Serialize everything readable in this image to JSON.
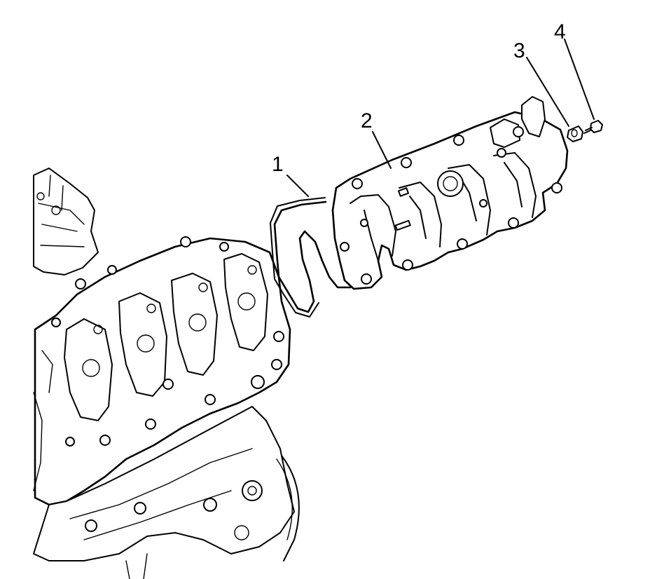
{
  "callouts": [
    {
      "id": "gasket",
      "number": "1"
    },
    {
      "id": "intake-manifold",
      "number": "2"
    },
    {
      "id": "spacer",
      "number": "3"
    },
    {
      "id": "bolt",
      "number": "4"
    }
  ]
}
